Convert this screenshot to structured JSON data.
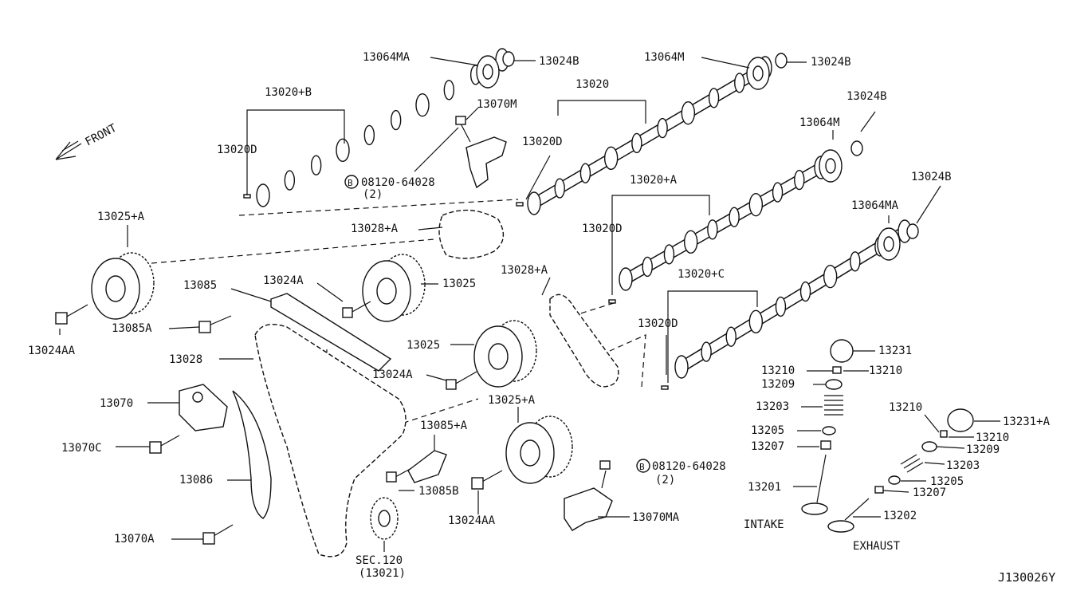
{
  "diagram_id": "J130026Y",
  "front_label": "FRONT",
  "bolt_symbol": "B",
  "labels": {
    "l_13064MA_top": "13064MA",
    "l_13024B_1": "13024B",
    "l_13064M_top": "13064M",
    "l_13024B_2": "13024B",
    "l_13020B": "13020+B",
    "l_13020": "13020",
    "l_13070M": "13070M",
    "l_13024B_3": "13024B",
    "l_13064M_2": "13064M",
    "l_13020D_1": "13020D",
    "l_13020D_2": "13020D",
    "l_08120_1": "08120-64028",
    "l_qty_1": "(2)",
    "l_13024B_4": "13024B",
    "l_13020A": "13020+A",
    "l_13025A_1": "13025+A",
    "l_13028A_1": "13028+A",
    "l_13064MA_2": "13064MA",
    "l_13020D_3": "13020D",
    "l_13020C": "13020+C",
    "l_13024A_1": "13024A",
    "l_13025_1": "13025",
    "l_13028A_2": "13028+A",
    "l_13085": "13085",
    "l_13085A": "13085A",
    "l_13024AA_1": "13024AA",
    "l_13028": "13028",
    "l_13025_2": "13025",
    "l_13020D_4": "13020D",
    "l_13231": "13231",
    "l_13024A_2": "13024A",
    "l_13210_1": "13210",
    "l_13210_2": "13210",
    "l_13209_1": "13209",
    "l_13070": "13070",
    "l_13025A_2": "13025+A",
    "l_13203_1": "13203",
    "l_13210_3": "13210",
    "l_13231A": "13231+A",
    "l_13085A_plus": "13085+A",
    "l_13205_1": "13205",
    "l_13210_4": "13210",
    "l_13070C": "13070C",
    "l_13207_1": "13207",
    "l_13209_2": "13209",
    "l_08120_2": "08120-64028",
    "l_13203_2": "13203",
    "l_qty_2": "(2)",
    "l_13086": "13086",
    "l_13205_2": "13205",
    "l_13201": "13201",
    "l_13085B": "13085B",
    "l_13207_2": "13207",
    "l_13024AA_2": "13024AA",
    "l_13070MA": "13070MA",
    "l_13202": "13202",
    "l_intake": "INTAKE",
    "l_13070A": "13070A",
    "l_exhaust": "EXHAUST",
    "l_sec120": "SEC.120",
    "l_13021": "(13021)"
  }
}
